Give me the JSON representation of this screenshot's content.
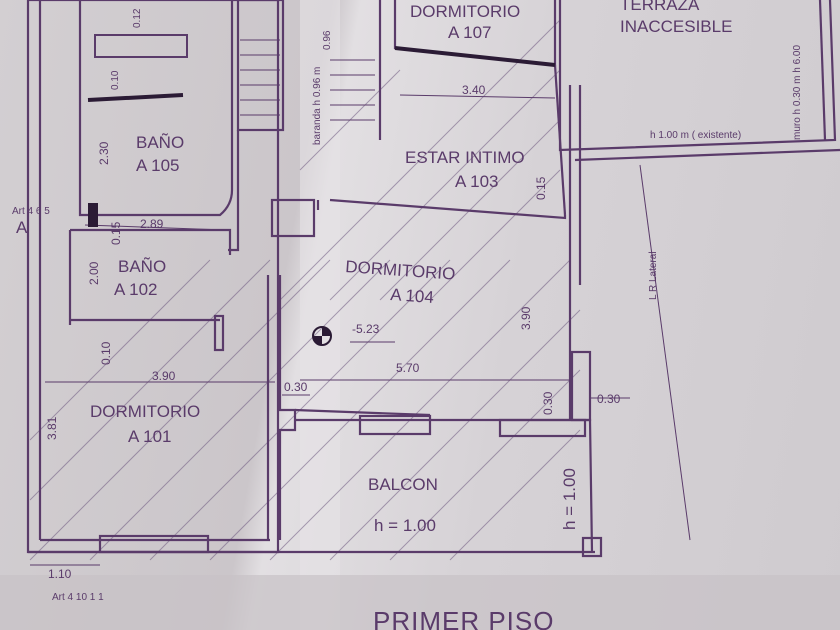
{
  "rooms": {
    "dorm107": {
      "name": "DORMITORIO",
      "code": "A 107"
    },
    "terraza": {
      "line1": "TERRAZA",
      "line2": "INACCESIBLE"
    },
    "bano105": {
      "name": "BAÑO",
      "code": "A 105"
    },
    "estar103": {
      "name": "ESTAR INTIMO",
      "code": "A 103"
    },
    "bano102": {
      "name": "BAÑO",
      "code": "A 102"
    },
    "dorm104": {
      "name": "DORMITORIO",
      "code": "A 104"
    },
    "dorm101": {
      "name": "DORMITORIO",
      "code": "A 101"
    },
    "balcon": {
      "name": "BALCON",
      "height": "h = 1.00"
    }
  },
  "dimensions": {
    "d340": "3.40",
    "d230": "2.30",
    "d289": "2.89",
    "d200": "2.00",
    "d015a": "0.15",
    "d015b": "0.15",
    "d010": "0.10",
    "d390h": "3.90",
    "d390v": "3.90",
    "d570": "5.70",
    "d030a": "0.30",
    "d030b": "0.30",
    "d030c": "0.30",
    "d381": "3.81",
    "d523": "-5.23",
    "d110": "1.10",
    "h100v": "h = 1.00",
    "d096": "0.96",
    "d010b": "0.10",
    "d012": "0.12"
  },
  "notes": {
    "art465": "Art 4 6 5",
    "axisA": "A",
    "art41011": "Art 4 10 1 1",
    "lrlateral": "L R Lateral",
    "muro": "muro h 0.30 m h 6.00",
    "h100exist": "h 1.00 m ( existente)",
    "baranda": "baranda h 0.96 m"
  },
  "title": "PRIMER PISO",
  "colors": {
    "ink": "#5a3b6a",
    "paper": "#d6d2d6"
  }
}
